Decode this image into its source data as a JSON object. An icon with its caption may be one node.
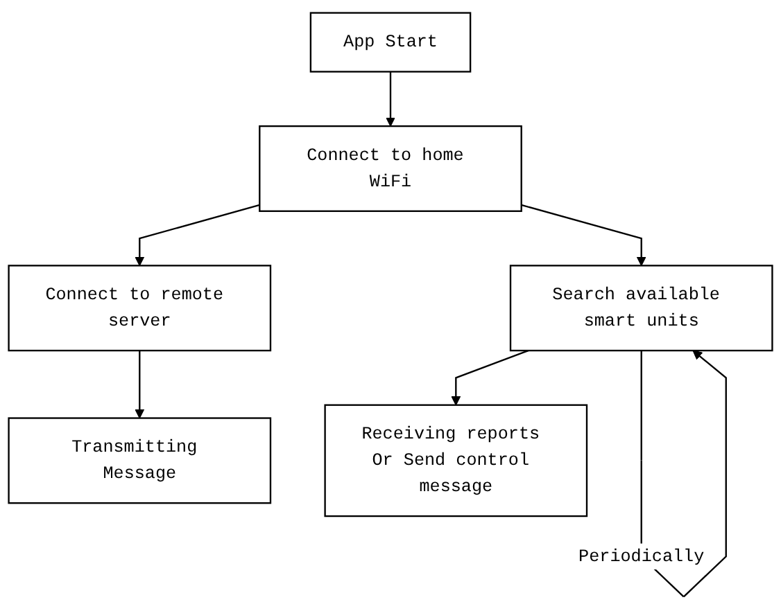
{
  "diagram": {
    "nodes": [
      {
        "text": [
          "App Start"
        ]
      },
      {
        "text": [
          "Connect to home WiFi"
        ]
      },
      {
        "text": [
          "Connect to remote server"
        ]
      },
      {
        "text": [
          "Transmitting Message"
        ]
      },
      {
        "text": [
          "Search available smart units"
        ]
      },
      {
        "text": [
          "Receiving reports Or Send control message"
        ]
      }
    ],
    "edges": [
      {
        "from": 0,
        "to": 1,
        "arrow": "to"
      },
      {
        "from": 1,
        "to": 4,
        "arrow": "to"
      },
      {
        "from": 4,
        "to": 4,
        "arrow": "to",
        "label": "Periodically"
      },
      {
        "from": 1,
        "to": 2,
        "arrow": "to"
      },
      {
        "from": 4,
        "to": 5,
        "arrow": "to"
      },
      {
        "from": 2,
        "to": 3,
        "arrow": "to"
      }
    ]
  }
}
